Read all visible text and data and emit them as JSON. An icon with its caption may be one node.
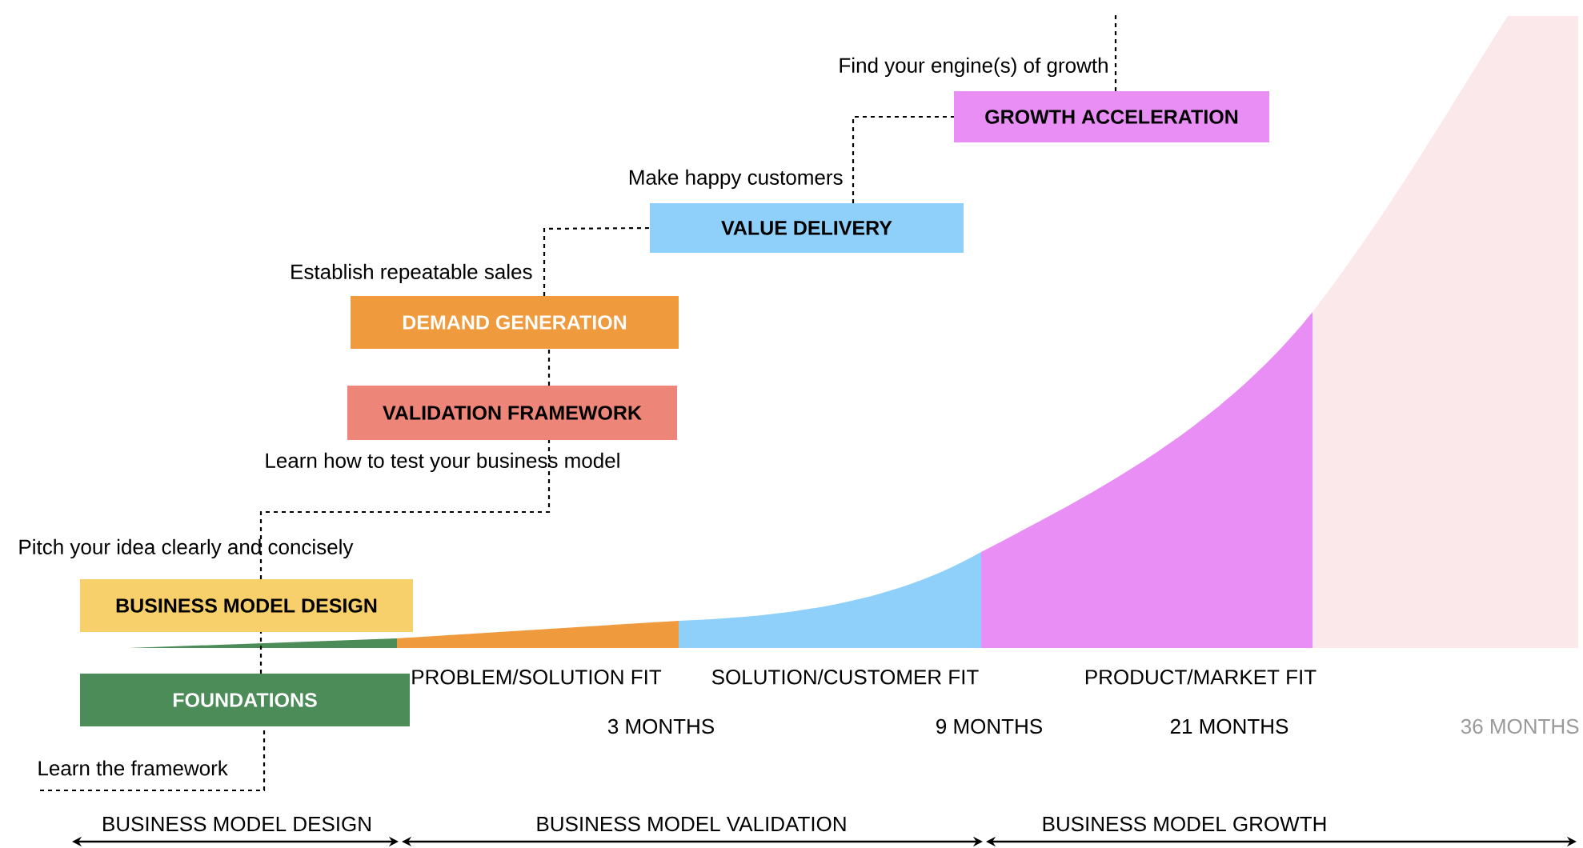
{
  "diagram": {
    "nodes": [
      {
        "text": [
          "GROWTH ACCELERATION"
        ],
        "beside": [
          "Find your engine(s) of growth"
        ]
      },
      {
        "text": [
          "VALUE DELIVERY"
        ],
        "beside": [
          "Make happy customers"
        ]
      },
      {
        "text": [
          "DEMAND GENERATION"
        ],
        "beside": [
          "Establish repeatable sales"
        ]
      },
      {
        "text": [
          "VALIDATION FRAMEWORK"
        ],
        "beside": [
          "Learn how to test your business model"
        ]
      },
      {
        "text": [
          "BUSINESS MODEL DESIGN"
        ],
        "beside": [
          "Pitch your idea clearly and concisely"
        ]
      },
      {
        "text": [
          "FOUNDATIONS"
        ],
        "beside": [
          "Learn the framework"
        ]
      }
    ],
    "edges": [
      {
        "from": null,
        "to": 5,
        "arrow": "none",
        "style": "dashed"
      },
      {
        "from": 5,
        "to": 4,
        "arrow": "none",
        "style": "dashed"
      },
      {
        "from": 4,
        "to": 3,
        "arrow": "none",
        "style": "dashed"
      },
      {
        "from": 3,
        "to": 2,
        "arrow": "none",
        "style": "dashed"
      },
      {
        "from": 2,
        "to": 1,
        "arrow": "none",
        "style": "dashed"
      },
      {
        "from": 1,
        "to": 0,
        "arrow": "none",
        "style": "dashed"
      },
      {
        "from": 0,
        "to": null,
        "arrow": "none",
        "style": "dashed"
      }
    ],
    "labels": [
      "PROBLEM/SOLUTION FIT",
      "SOLUTION/CUSTOMER FIT",
      "PRODUCT/MARKET FIT",
      "3 MONTHS",
      "9 MONTHS",
      "21 MONTHS",
      "36 MONTHS",
      "BUSINESS MODEL DESIGN",
      "BUSINESS MODEL VALIDATION",
      "BUSINESS MODEL GROWTH"
    ]
  }
}
